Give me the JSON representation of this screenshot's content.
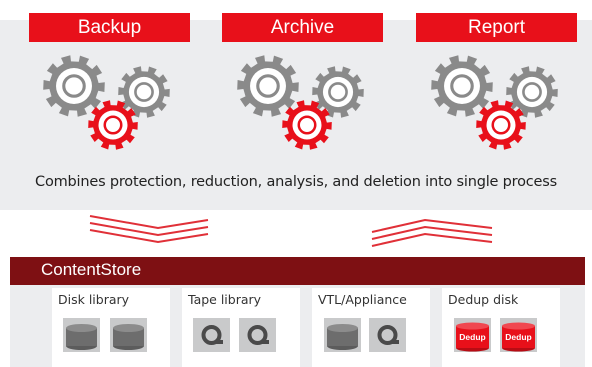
{
  "processes": [
    {
      "label": "Backup"
    },
    {
      "label": "Archive"
    },
    {
      "label": "Report"
    }
  ],
  "caption": "Combines protection, reduction, analysis, and deletion into single process",
  "content_store": {
    "label": "ContentStore"
  },
  "storage": [
    {
      "label": "Disk library",
      "devices": [
        "disk-icon",
        "disk-icon"
      ]
    },
    {
      "label": "Tape library",
      "devices": [
        "tape-icon",
        "tape-icon"
      ]
    },
    {
      "label": "VTL/Appliance",
      "devices": [
        "disk-icon",
        "tape-icon"
      ]
    },
    {
      "label": "Dedup disk",
      "devices": [
        "dedup-icon",
        "dedup-icon"
      ],
      "device_text": "Dedup"
    }
  ],
  "colors": {
    "accent": "#e8101a",
    "dark_red": "#7e1013",
    "gear_gray": "#8a8a8a",
    "panel": "#ecedef"
  }
}
